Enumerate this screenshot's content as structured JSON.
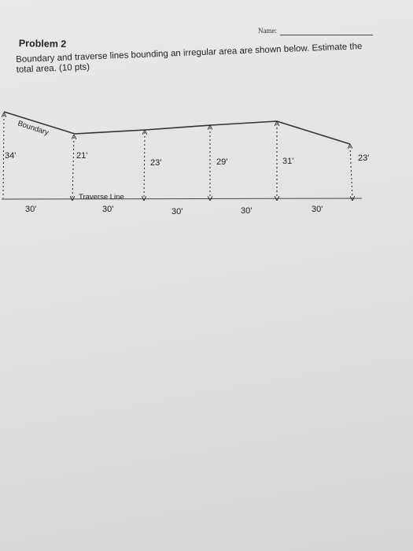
{
  "header": {
    "name_label": "Name:"
  },
  "problem": {
    "title": "Problem 2",
    "text": "Boundary and traverse lines bounding an irregular area are shown below. Estimate the total area. (10 pts)"
  },
  "diagram": {
    "boundary_label": "Boundary",
    "traverse_label": "Traverse Line",
    "offsets": [
      "34'",
      "21'",
      "23'",
      "29'",
      "31'",
      "23'"
    ],
    "spacings": [
      "30'",
      "30'",
      "30'",
      "30'",
      "30'"
    ]
  }
}
